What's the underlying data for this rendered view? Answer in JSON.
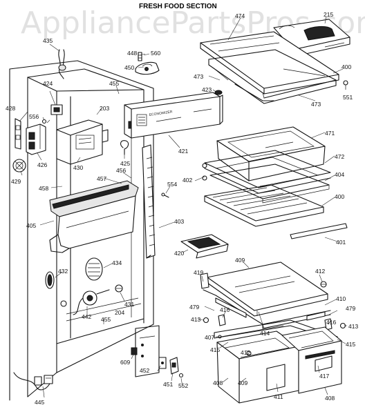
{
  "header": {
    "title": "FRESH FOOD SECTION",
    "watermark": "AppliancePartsPros.com"
  },
  "callouts": {
    "p435": "435",
    "p448": "448",
    "p560": "560",
    "p450": "450",
    "p424": "424",
    "p455a": "455",
    "p203": "203",
    "p428": "428",
    "p556": "556",
    "p426": "426",
    "p430": "430",
    "p425": "425",
    "p429": "429",
    "p456": "456",
    "p457": "457",
    "p458": "458",
    "p421": "421",
    "p423": "423",
    "p474": "474",
    "p215": "215",
    "p473a": "473",
    "p473b": "473",
    "p400a": "400",
    "p551": "551",
    "p471": "471",
    "p472": "472",
    "p402": "402",
    "p404": "404",
    "p400b": "400",
    "p554": "554",
    "p405": "405",
    "p403": "403",
    "p401": "401",
    "p420": "420",
    "p432": "432",
    "p434": "434",
    "p431": "431",
    "p442": "442",
    "p455b": "455",
    "p204": "204",
    "p609": "609",
    "p452": "452",
    "p451": "451",
    "p552": "552",
    "p445": "445",
    "p409a": "409",
    "p419": "419",
    "p412a": "412",
    "p479a": "479",
    "p416a": "416",
    "p410": "410",
    "p479b": "479",
    "p413a": "413",
    "p414": "414",
    "p416b": "416",
    "p413b": "413",
    "p407": "407",
    "p415a": "415",
    "p415b": "415",
    "p412b": "412",
    "p408a": "408",
    "p409b": "409",
    "p411": "411",
    "p417": "417",
    "p408b": "408"
  },
  "panel_texts": {
    "control_panel_label": "ECONOMIZER"
  }
}
